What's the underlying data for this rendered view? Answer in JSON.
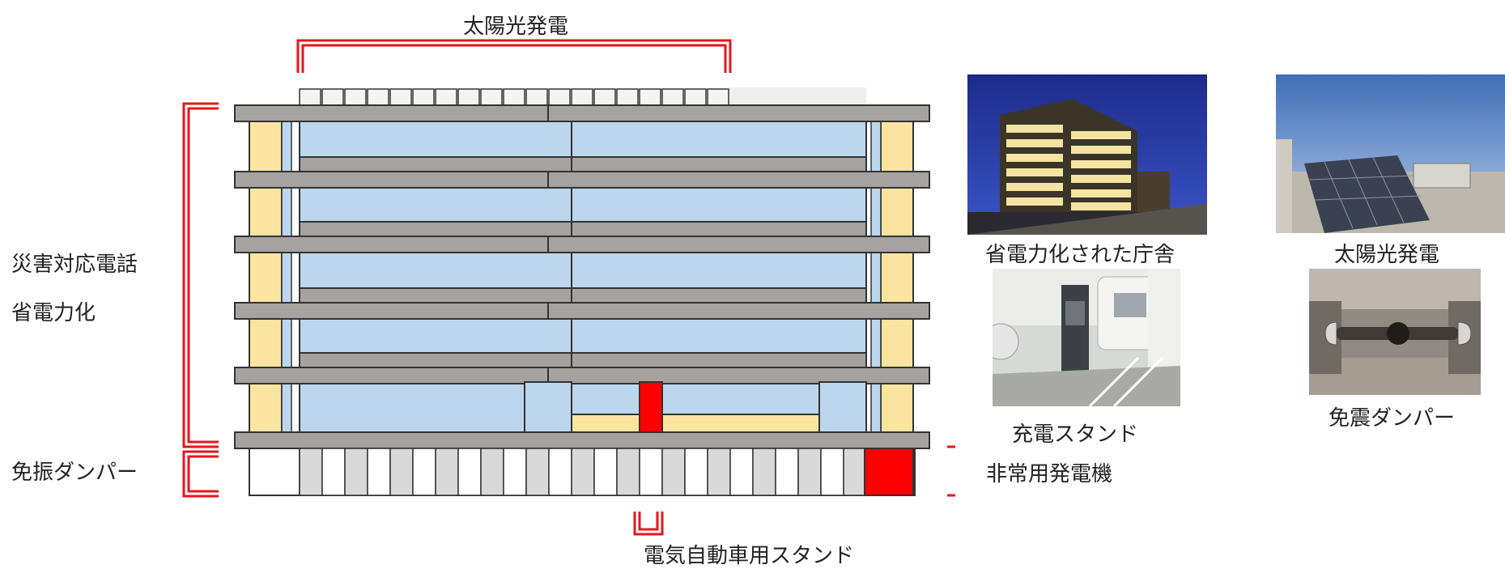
{
  "labels": {
    "solar_top": "太陽光発電",
    "disaster_phone": "災害対応電話",
    "power_saving": "省電力化",
    "seismic_damper": "免振ダンパー",
    "emergency_generator": "非常用発電機",
    "ev_stand": "電気自動車用スタンド"
  },
  "photos": [
    {
      "id": "building",
      "caption": "省電力化された庁舎"
    },
    {
      "id": "solar",
      "caption": "太陽光発電"
    },
    {
      "id": "charger",
      "caption": "充電スタンド"
    },
    {
      "id": "damper",
      "caption": "免震ダンパー"
    }
  ],
  "colors": {
    "bracket": "#e8141b",
    "slab": "#a6a2a2",
    "window": "#bcd6ee",
    "column": "#fbe4a0",
    "highlight": "#ff0000",
    "panel_gray": "#d9d9d9"
  }
}
